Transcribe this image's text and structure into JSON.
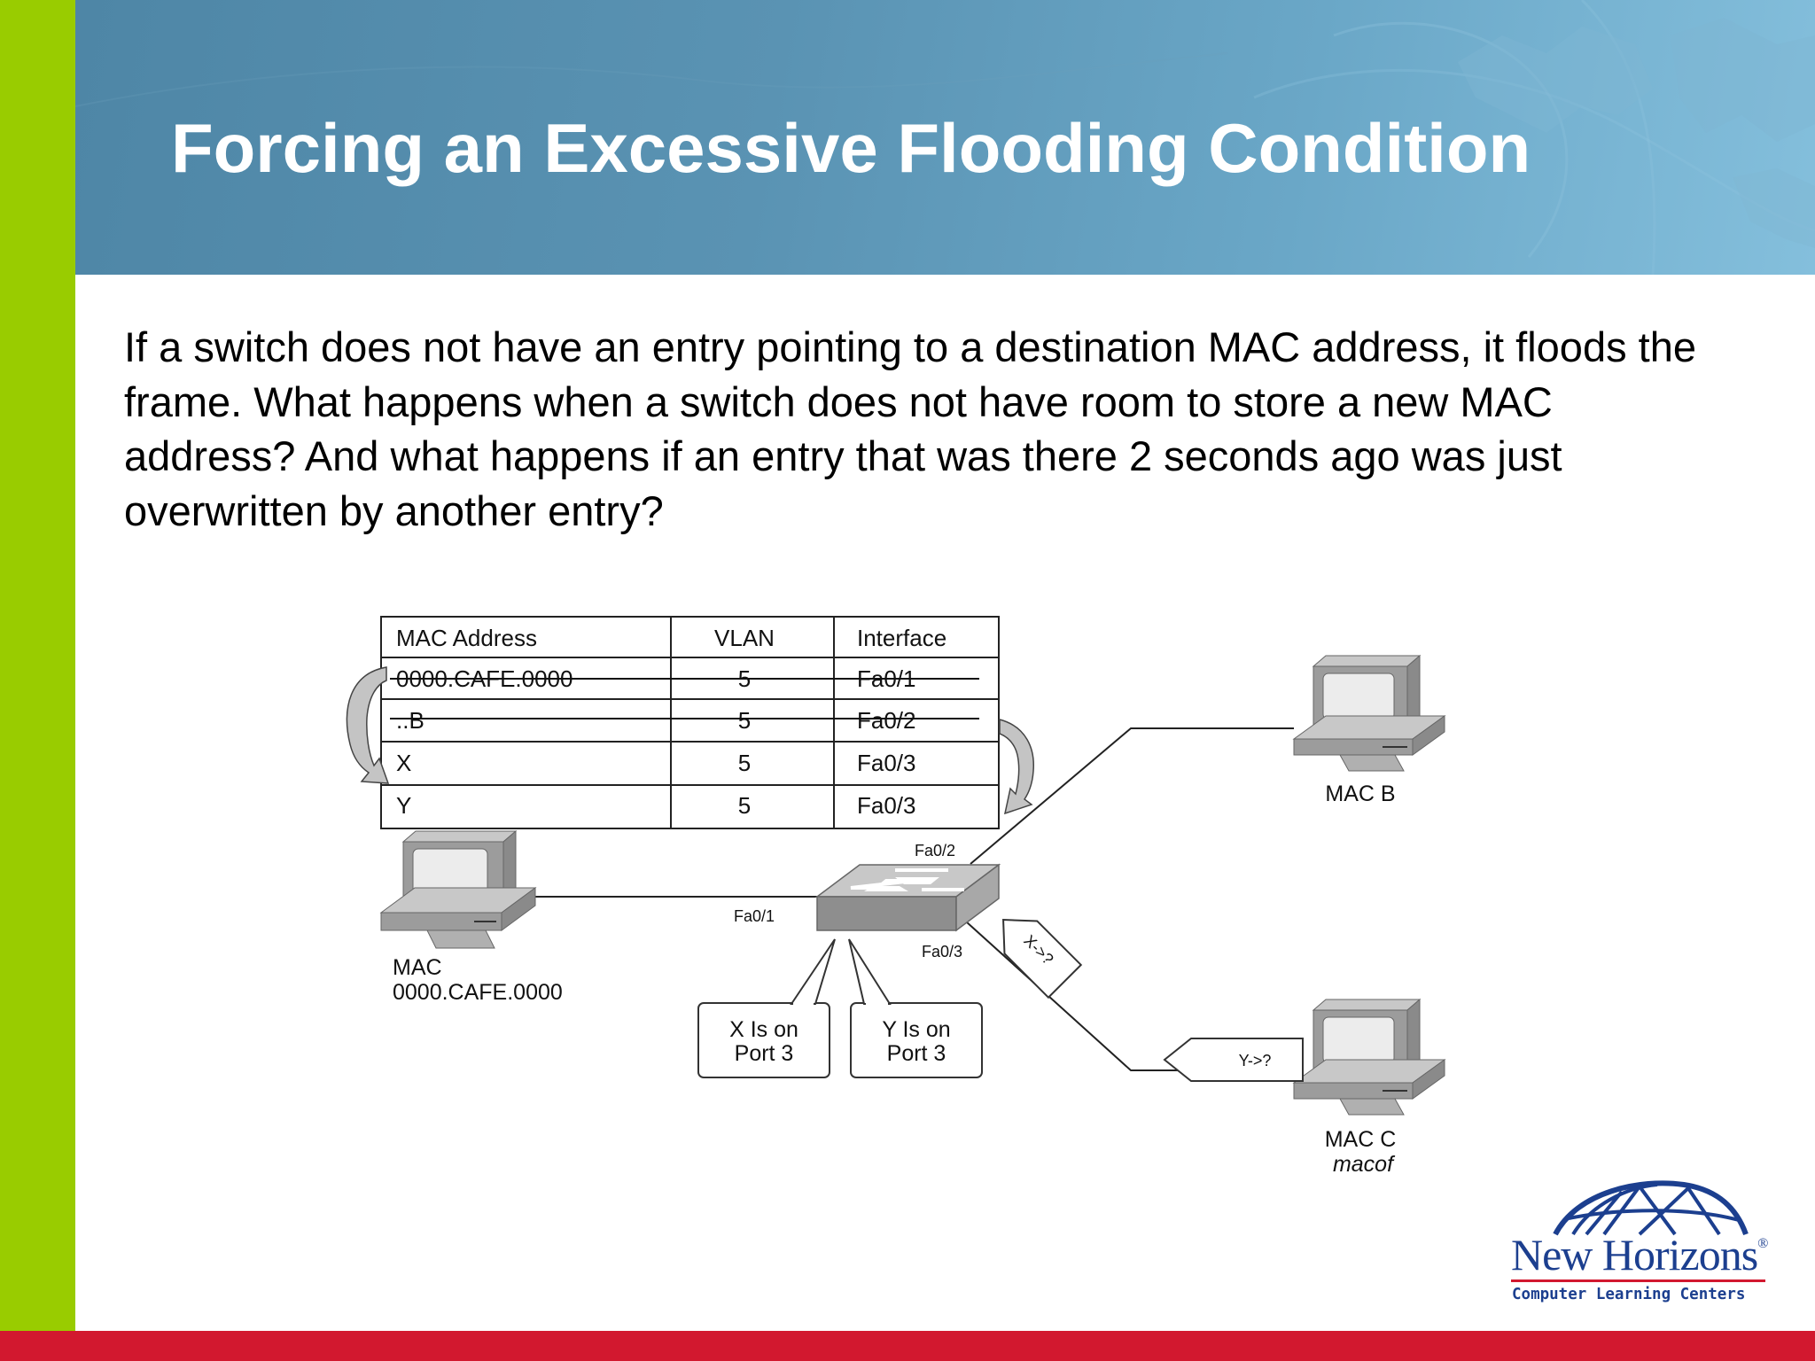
{
  "slide": {
    "title": "Forcing an Excessive Flooding Condition",
    "body": "If a switch does not have an entry pointing to a destination MAC address, it floods the frame. What happens when a switch does not have room to store a new MAC address? And what happens if an entry that was there 2 seconds ago was just overwritten by another entry?"
  },
  "colors": {
    "accent_green": "#99cc00",
    "accent_red": "#d2182f",
    "header_blue": "#5a93b3",
    "logo_blue": "#1c3f8f"
  },
  "mac_table": {
    "headers": [
      "MAC Address",
      "VLAN",
      "Interface"
    ],
    "rows": [
      {
        "mac": "0000.CAFE.0000",
        "vlan": "5",
        "interface": "Fa0/1",
        "struck": true
      },
      {
        "mac": "..B",
        "vlan": "5",
        "interface": "Fa0/2",
        "struck": true
      },
      {
        "mac": "X",
        "vlan": "5",
        "interface": "Fa0/3",
        "struck": false
      },
      {
        "mac": "Y",
        "vlan": "5",
        "interface": "Fa0/3",
        "struck": false
      }
    ]
  },
  "diagram": {
    "ports": {
      "fa01": "Fa0/1",
      "fa02": "Fa0/2",
      "fa03": "Fa0/3"
    },
    "hosts": {
      "mac_a_label": "MAC",
      "mac_a_addr": "0000.CAFE.0000",
      "mac_b_label": "MAC B",
      "mac_c_label": "MAC C",
      "mac_c_tool": "macof"
    },
    "callouts": {
      "x_line1": "X Is on",
      "x_line2": "Port 3",
      "y_line1": "Y Is on",
      "y_line2": "Port 3"
    },
    "frames": {
      "x_frame": "X->?",
      "y_frame": "Y->?"
    }
  },
  "logo": {
    "name": "New Horizons",
    "registered": "®",
    "subtitle": "Computer Learning Centers",
    "icon": "globe-arc-icon"
  }
}
